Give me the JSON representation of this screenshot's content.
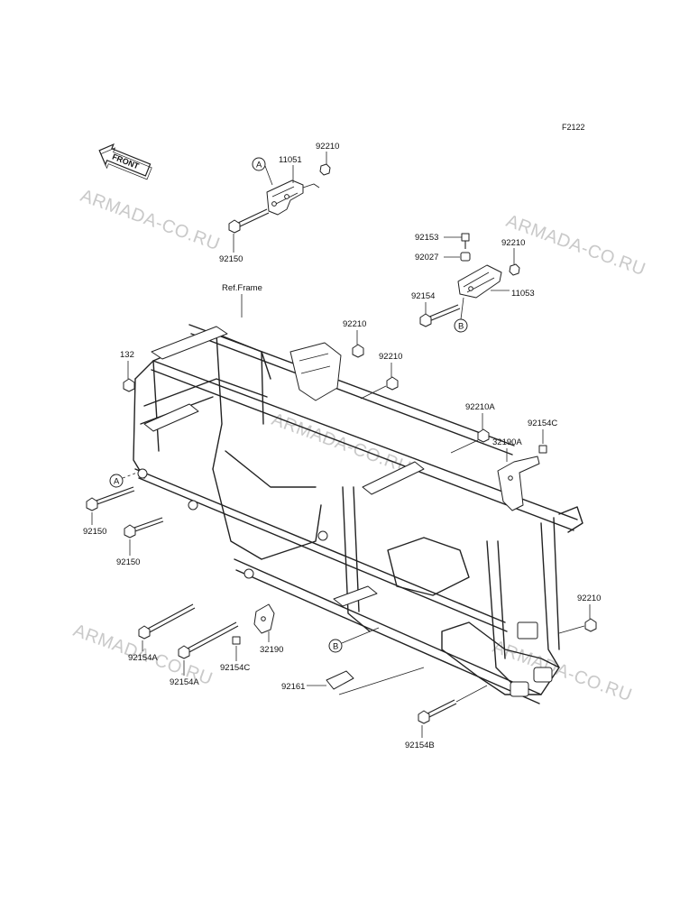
{
  "figure_code": "F2122",
  "front_arrow": "FRONT",
  "watermarks": [
    "ARMADA-CO.RU",
    "ARMADA-CO.RU",
    "ARMADA-CO.RU",
    "ARMADA-CO.RU",
    "ARMADA-CO.RU"
  ],
  "ref_frame": "Ref.Frame",
  "callouts": {
    "a1": "A",
    "a2": "A",
    "b1": "B",
    "b2": "B"
  },
  "parts": {
    "p11051": "11051",
    "p92210_top": "92210",
    "p92150_top": "92150",
    "p92153": "92153",
    "p92027": "92027",
    "p92154": "92154",
    "p92210_b": "92210",
    "p11053": "11053",
    "p92210_mid1": "92210",
    "p92210_mid2": "92210",
    "p132": "132",
    "p92210A": "92210A",
    "p92154C_r": "92154C",
    "p32190A": "32190A",
    "p92150_l1": "92150",
    "p92150_l2": "92150",
    "p92210_r": "92210",
    "p92154A_1": "92154A",
    "p92154A_2": "92154A",
    "p92154C_l": "92154C",
    "p32190": "32190",
    "p92161": "92161",
    "p92154B": "92154B"
  }
}
